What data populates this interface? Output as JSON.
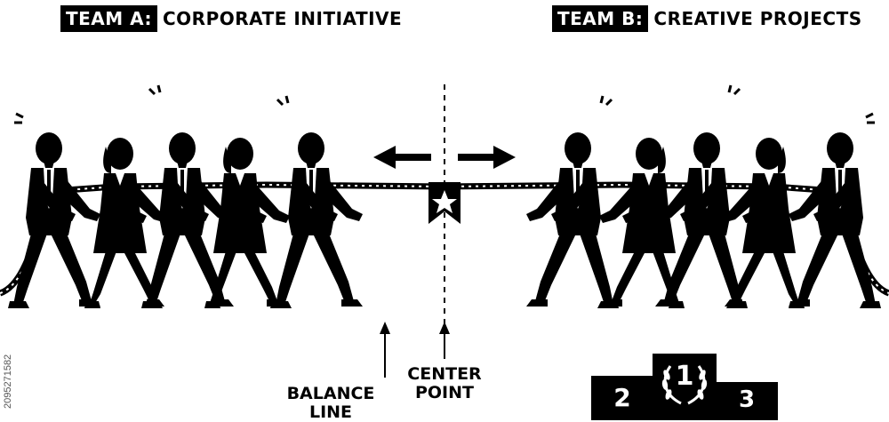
{
  "team_a": {
    "tag": "TEAM A:",
    "name": "CORPORATE INITIATIVE"
  },
  "team_b": {
    "tag": "TEAM B:",
    "name": "CREATIVE PROJECTS"
  },
  "labels": {
    "balance_line": "BALANCE LINE",
    "center_point": "CENTER POINT"
  },
  "podium": {
    "first": "1",
    "second": "2",
    "third": "3"
  },
  "stock_id": "2095271582",
  "colors": {
    "ink": "#000000",
    "paper": "#ffffff"
  }
}
